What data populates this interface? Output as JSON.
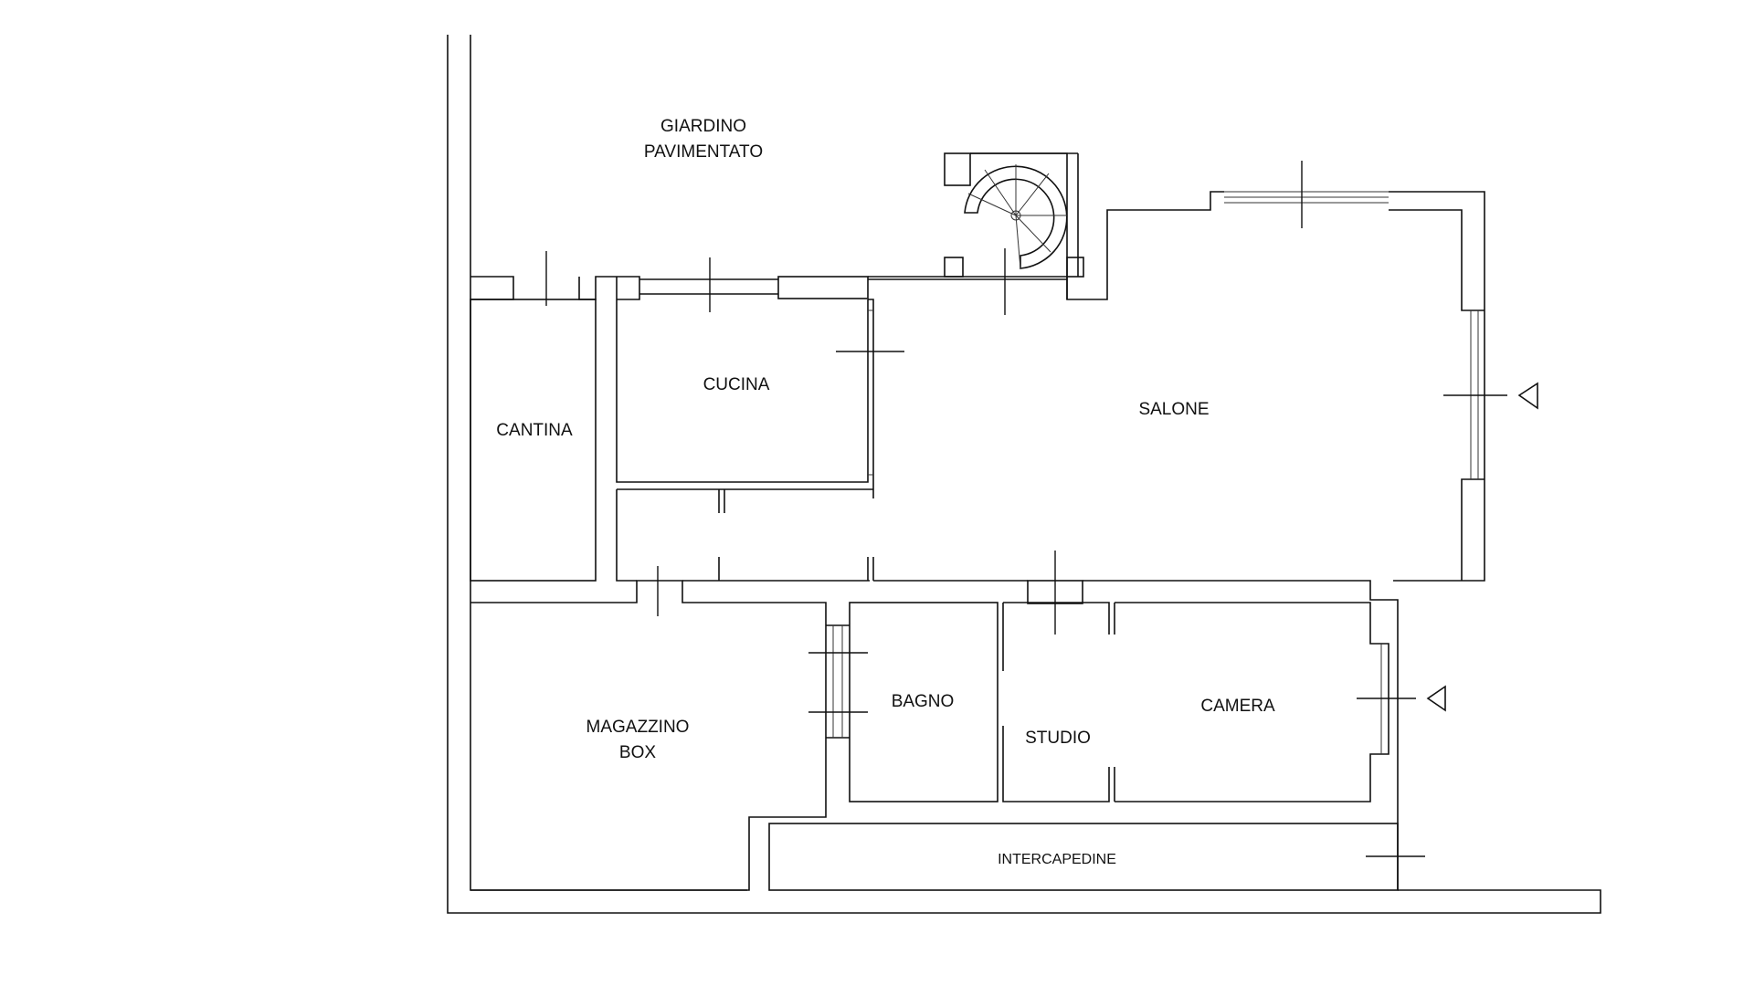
{
  "rooms": {
    "giardino_line1": "GIARDINO",
    "giardino_line2": "PAVIMENTATO",
    "cucina": "CUCINA",
    "cantina": "CANTINA",
    "salone": "SALONE",
    "magazzino_line1": "MAGAZZINO",
    "magazzino_line2": "BOX",
    "bagno": "BAGNO",
    "studio": "STUDIO",
    "camera": "CAMERA",
    "intercapedine": "INTERCAPEDINE"
  },
  "colors": {
    "line": "#111111",
    "background": "#ffffff"
  },
  "icons": [
    "spiral-staircase-icon",
    "entrance-arrow-icon"
  ]
}
